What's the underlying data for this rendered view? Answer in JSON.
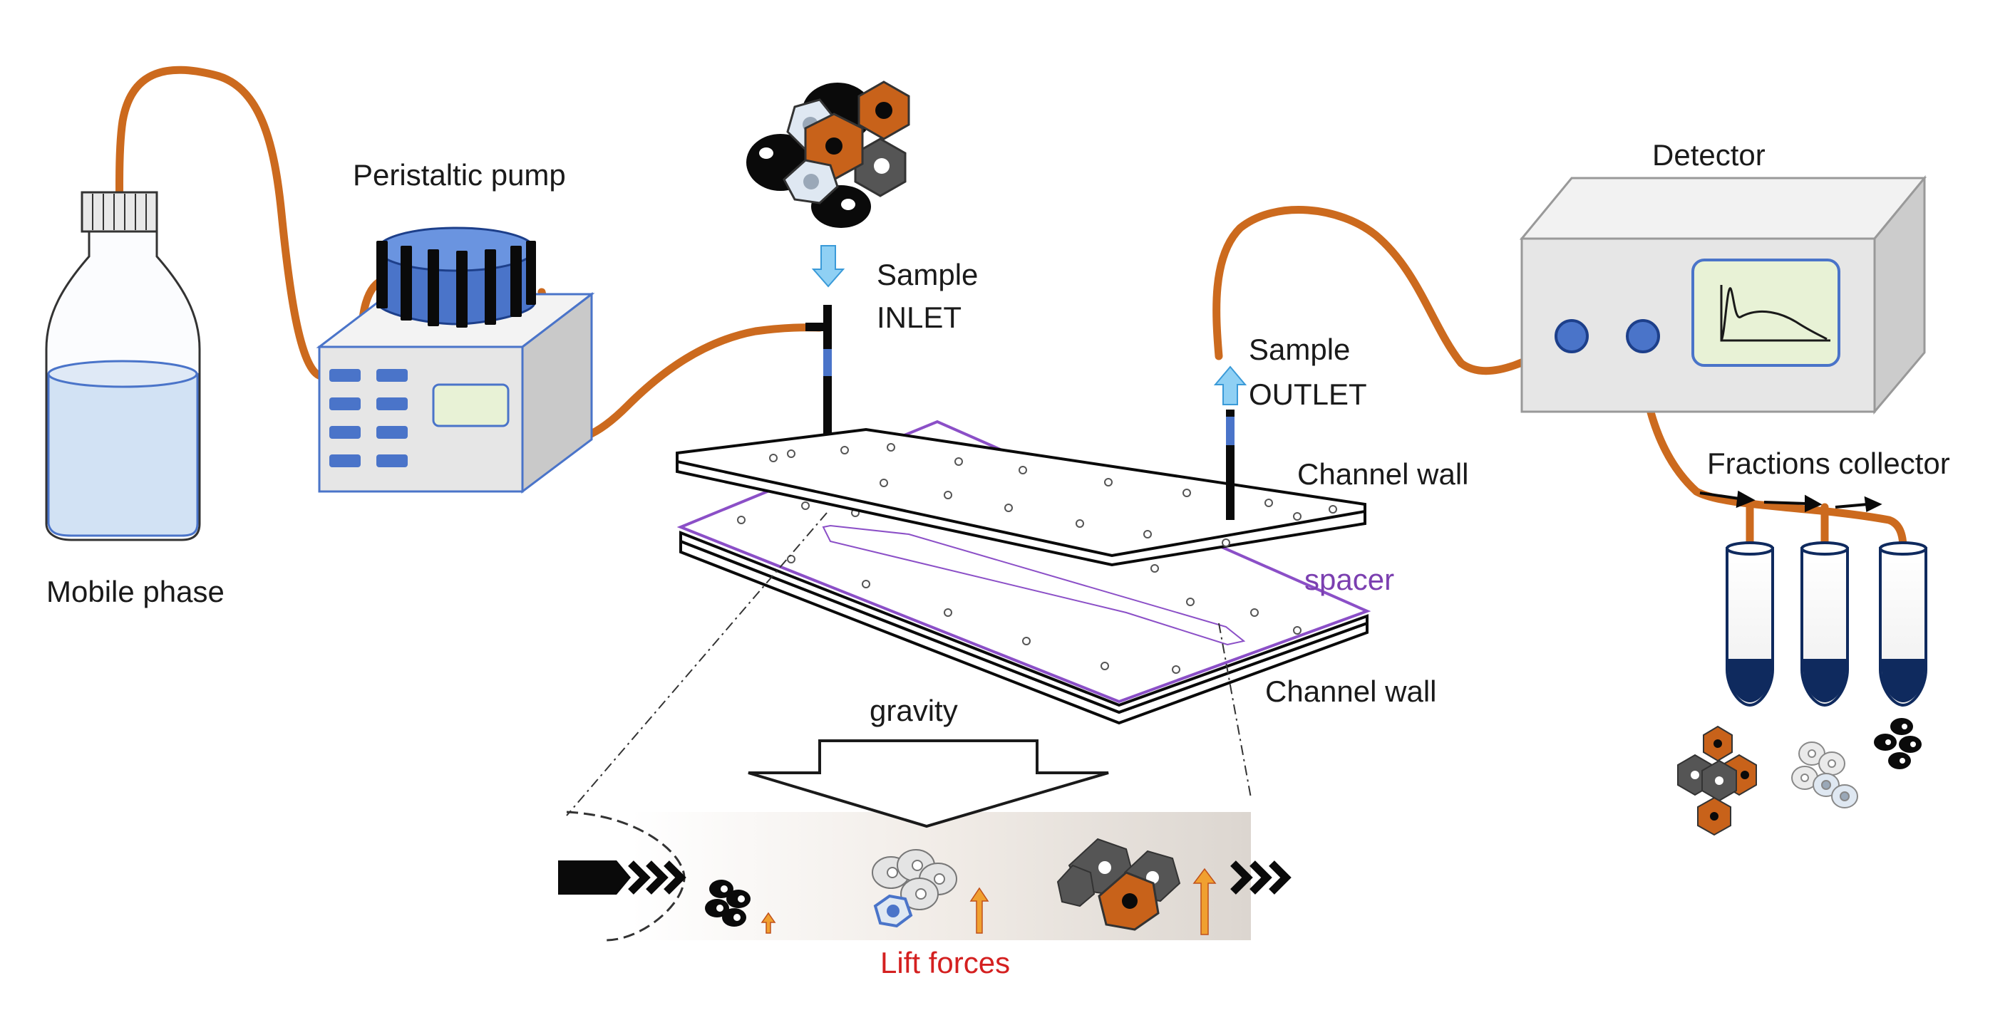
{
  "labels": {
    "mobile_phase": "Mobile phase",
    "peristaltic_pump": "Peristaltic pump",
    "sample_inlet_1": "Sample",
    "sample_inlet_2": "INLET",
    "sample_outlet_1": "Sample",
    "sample_outlet_2": "OUTLET",
    "detector": "Detector",
    "fractions_collector": "Fractions collector",
    "channel_wall_top": "Channel wall",
    "spacer": "spacer",
    "channel_wall_bottom": "Channel wall",
    "gravity": "gravity",
    "lift_forces": "Lift forces"
  },
  "colors": {
    "tubing": "#cc6a1e",
    "pump_blue": "#4a74c9",
    "bottle_liquid": "#d2e2f4",
    "device_gray": "#e6e6e6",
    "screen_green": "#e8f2d6",
    "spacer_purple": "#8b4fc7",
    "arrow_light_blue": "#8fd0f4",
    "lift_arrow": "#f0a030",
    "tube_navy": "#0f2a5e",
    "cell_orange": "#c8621a",
    "cell_dark_gray": "#555555",
    "cell_light": "#dfe8f2",
    "lift_text_red": "#d42020"
  }
}
